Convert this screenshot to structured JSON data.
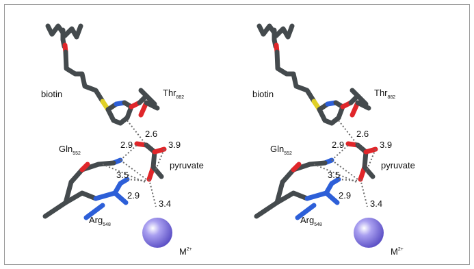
{
  "labels": {
    "biotin": "biotin",
    "thr": "Thr",
    "thr_sub": "882",
    "gln": "Gln",
    "gln_sub": "552",
    "arg": "Arg",
    "arg_sub": "548",
    "pyruvate": "pyruvate",
    "metal": "M",
    "metal_sup": "2+"
  },
  "distances": {
    "d1": "2.6",
    "d2": "3.9",
    "d3": "2.9",
    "d4": "3.5",
    "d5": "2.9",
    "d6": "3.4"
  },
  "colors": {
    "carbon": "#444a4d",
    "oxygen": "#e0262a",
    "nitrogen": "#2d5fd8",
    "sulfur": "#e0d026",
    "metal": "#8b7fe0"
  }
}
